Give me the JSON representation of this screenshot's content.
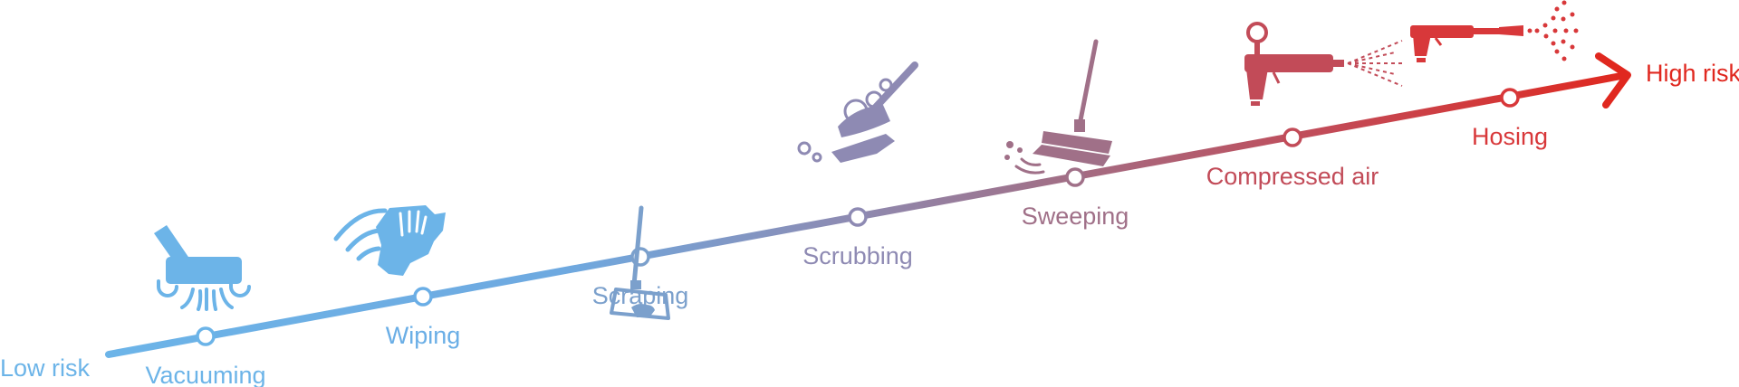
{
  "scale": {
    "low_label": "Low risk",
    "high_label": "High risk",
    "low_color": "#6cb4e8",
    "high_color": "#e0281f"
  },
  "steps": [
    {
      "label": "Vacuuming",
      "icon": "vacuum-icon",
      "color": "#6cb4e8"
    },
    {
      "label": "Wiping",
      "icon": "glove-wiping-icon",
      "color": "#6aaee6"
    },
    {
      "label": "Scraping",
      "icon": "scraper-icon",
      "color": "#7ba0cc"
    },
    {
      "label": "Scrubbing",
      "icon": "scrub-brush-icon",
      "color": "#8e8ab3"
    },
    {
      "label": "Sweeping",
      "icon": "broom-icon",
      "color": "#a07088"
    },
    {
      "label": "Compressed air",
      "icon": "air-gun-icon",
      "color": "#c24b58"
    },
    {
      "label": "Hosing",
      "icon": "hose-gun-icon",
      "color": "#d8383a"
    }
  ]
}
